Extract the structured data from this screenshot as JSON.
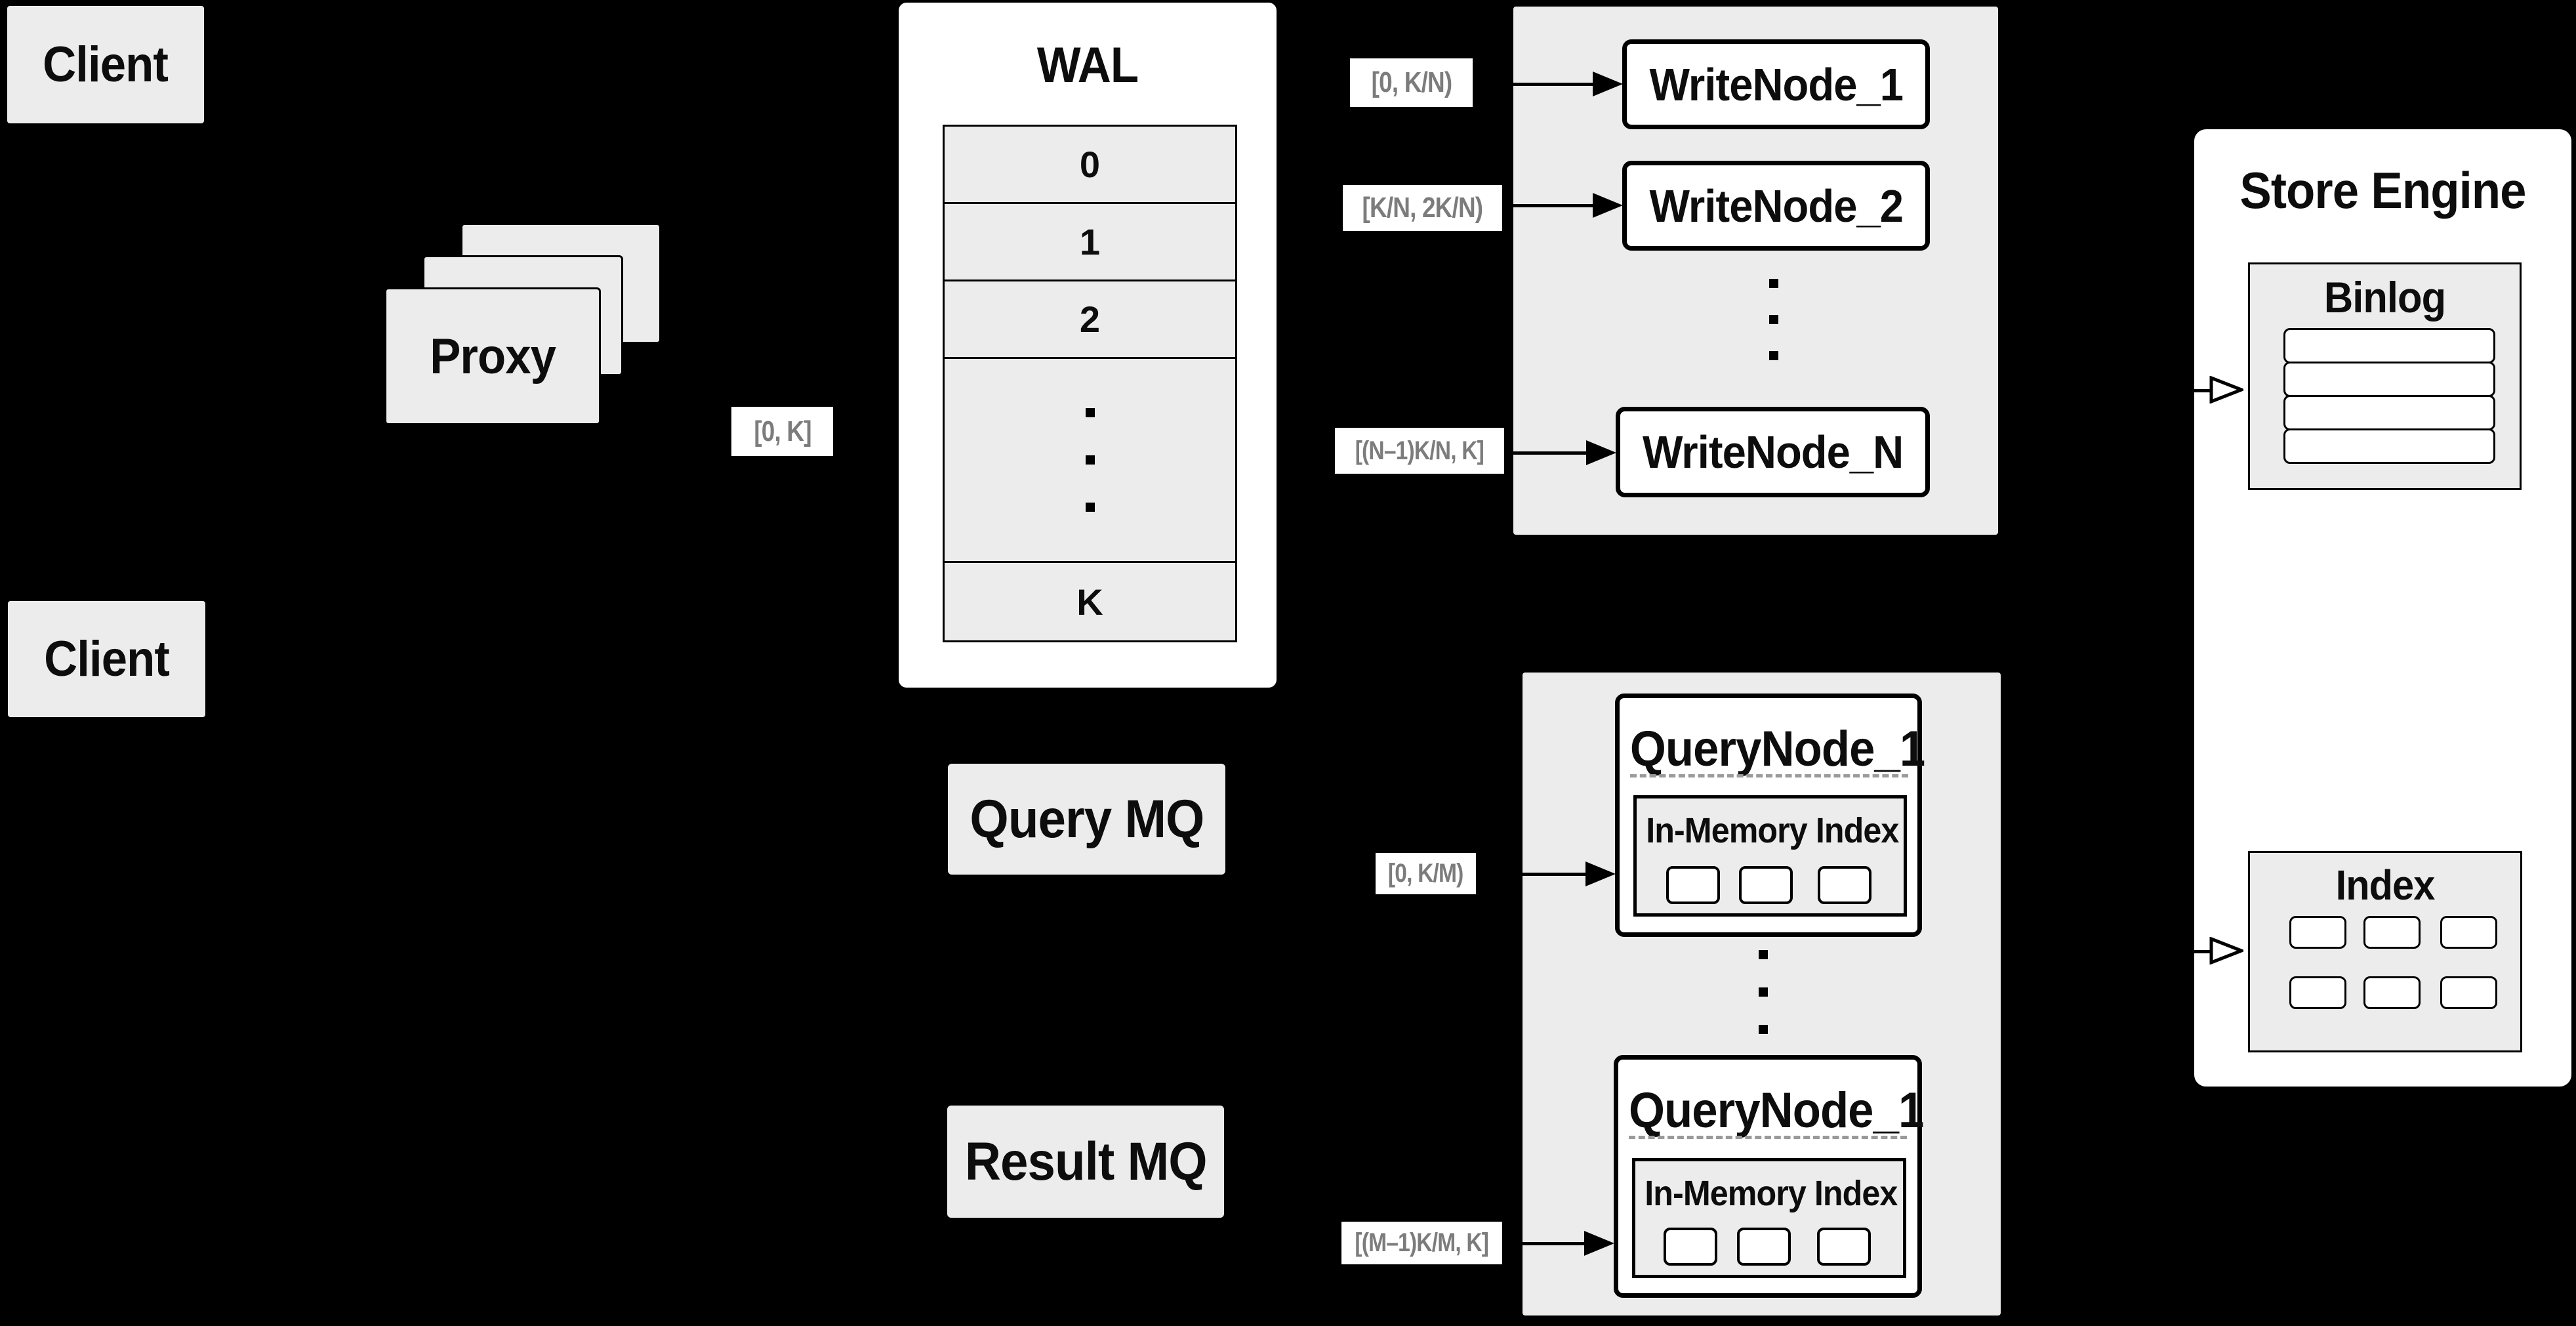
{
  "colors": {
    "background": "#000000",
    "panel_gray": "#ececec",
    "white": "#ffffff",
    "black": "#000000",
    "label_text": "#7c7c7c",
    "dash_gray": "#9a9a9a"
  },
  "clients": {
    "top": "Client",
    "bottom": "Client"
  },
  "proxy": {
    "label": "Proxy"
  },
  "range_labels": {
    "proxy_to_wal": "[0, K]",
    "write_node_1": "[0,  K/N)",
    "write_node_2": "[K/N, 2K/N)",
    "write_node_n": "[(N–1)K/N,  K]",
    "query_node_1": "[0, K/M)",
    "query_node_m": "[(M–1)K/M, K]"
  },
  "wal": {
    "title": "WAL",
    "segments": [
      "0",
      "1",
      "2"
    ],
    "last_segment": "K"
  },
  "write_group": {
    "node_1": "WriteNode_1",
    "node_2": "WriteNode_2",
    "node_n": "WriteNode_N"
  },
  "store_engine": {
    "title": "Store Engine",
    "binlog_title": "Binlog",
    "binlog_rows": 4,
    "index_title": "Index",
    "index_cells": 6
  },
  "message_queues": {
    "query": "Query MQ",
    "result": "Result MQ"
  },
  "query_group": {
    "node_top_title": "QueryNode_1",
    "node_bottom_title": "QueryNode_1",
    "inner_title": "In-Memory Index",
    "memory_segments": 3
  }
}
